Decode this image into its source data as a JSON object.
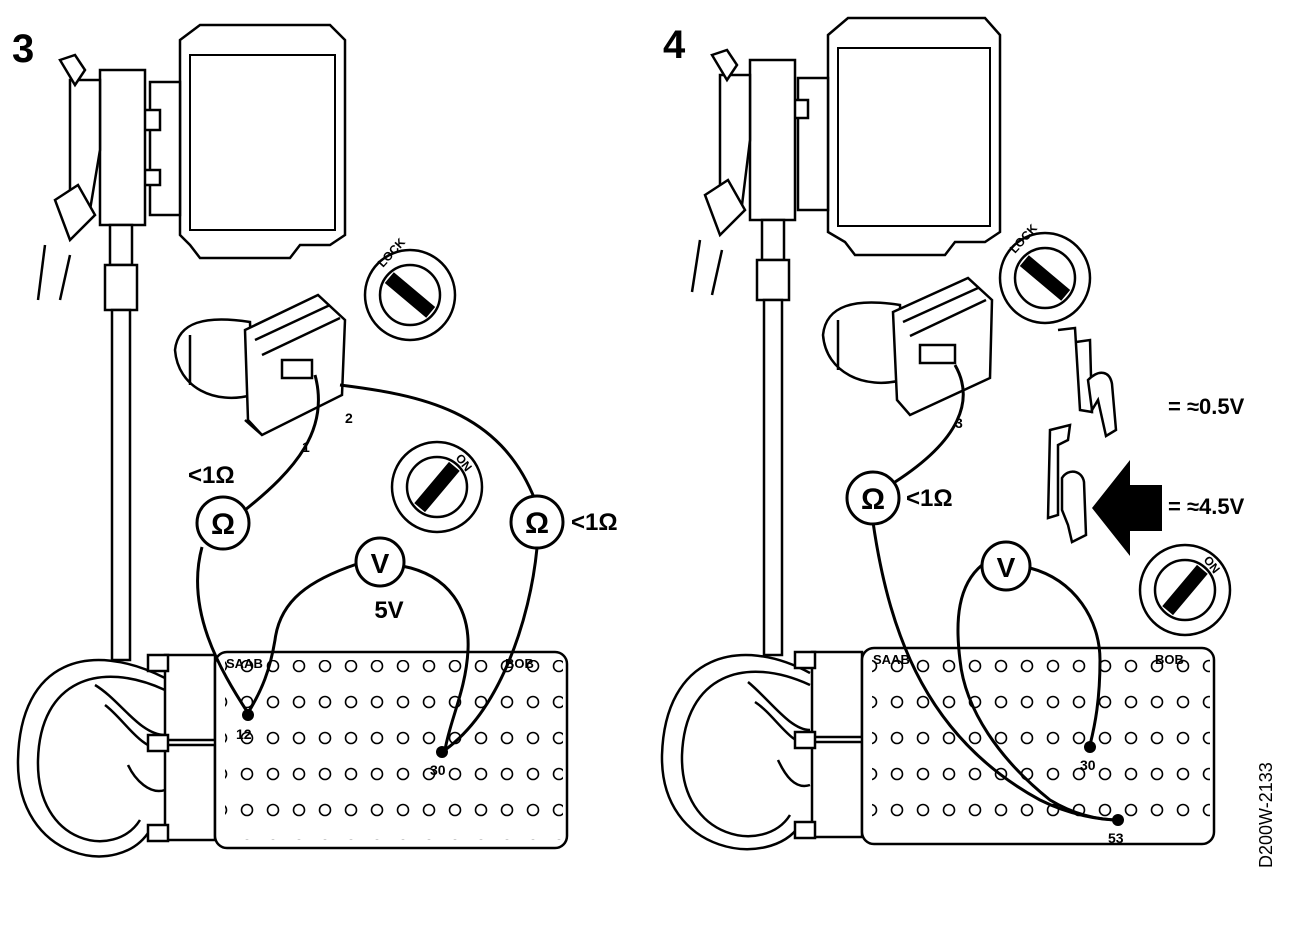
{
  "colors": {
    "ink": "#000000",
    "paper": "#ffffff"
  },
  "figure_id": "D200W-2133",
  "panel3": {
    "number": "3",
    "lock_label": "LOCK",
    "on_label": "ON",
    "pin_1": "1",
    "pin_2": "2",
    "ohm_symbol": "Ω",
    "ohm_left_value": "<1Ω",
    "ohm_right_value": "<1Ω",
    "volt_symbol": "V",
    "volt_value": "5V",
    "bob_saab": "SAAB",
    "bob_bob": "BOB",
    "pin_12": "12",
    "pin_30": "30"
  },
  "panel4": {
    "number": "4",
    "lock_label": "LOCK",
    "on_label": "ON",
    "pin_3": "3",
    "ohm_symbol": "Ω",
    "ohm_value": "<1Ω",
    "volt_symbol": "V",
    "bob_saab": "SAAB",
    "bob_bob": "BOB",
    "pin_30": "30",
    "pin_53": "53",
    "released_value": "= ≈0.5V",
    "pressed_value": "= ≈4.5V"
  }
}
